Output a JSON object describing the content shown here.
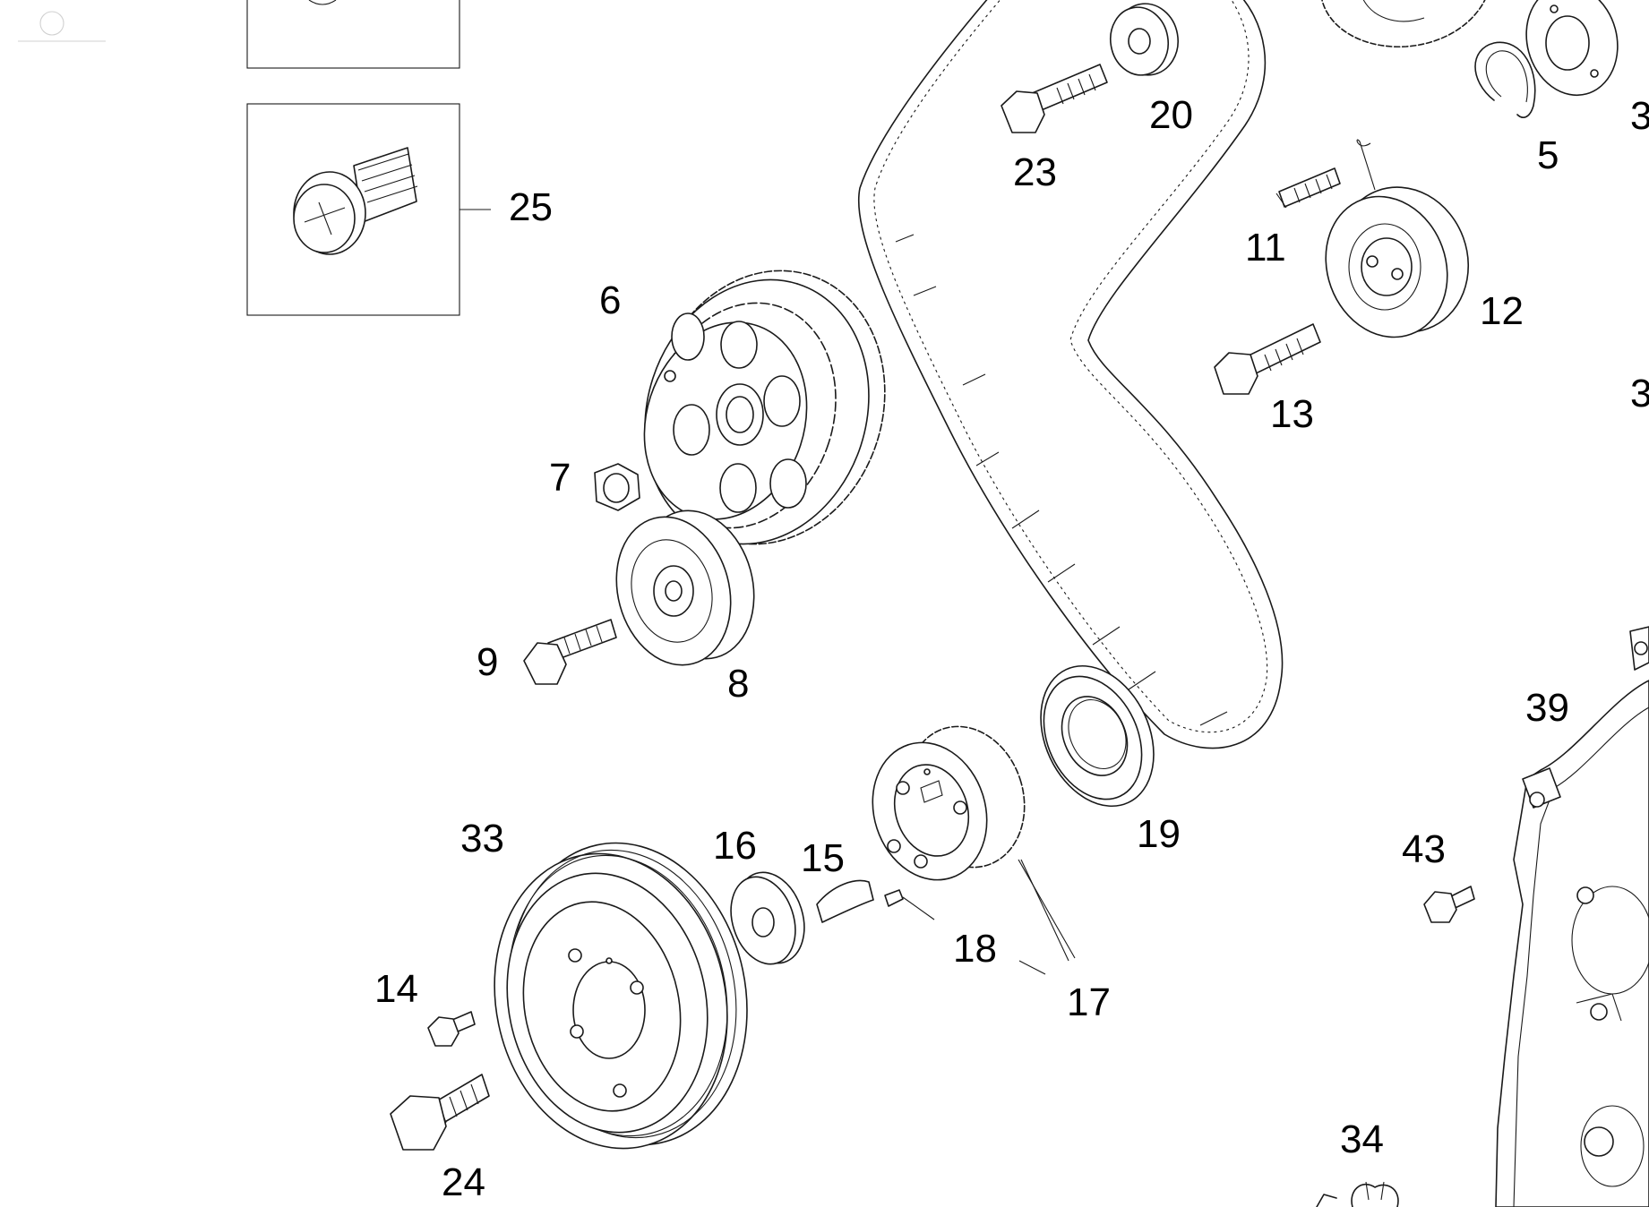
{
  "labels": {
    "p3a": "3",
    "p3b": "3",
    "p5": "5",
    "p6": "6",
    "p7": "7",
    "p8": "8",
    "p9": "9",
    "p11": "11",
    "p12": "12",
    "p13": "13",
    "p14": "14",
    "p15": "15",
    "p16": "16",
    "p17": "17",
    "p18": "18",
    "p19": "19",
    "p20": "20",
    "p23": "23",
    "p24": "24",
    "p25": "25",
    "p33": "33",
    "p34": "34",
    "p39": "39",
    "p43": "43"
  },
  "colors": {
    "line": "#1a1a1a",
    "background": "#ffffff",
    "text": "#000000"
  }
}
